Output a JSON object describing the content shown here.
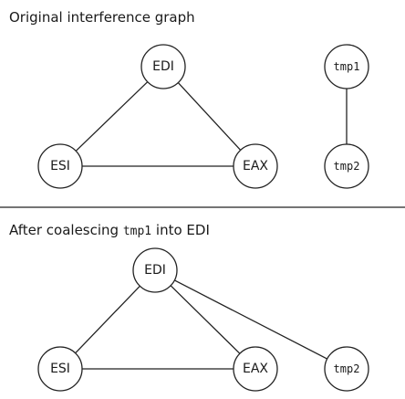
{
  "section1": {
    "title": "Original interference graph",
    "nodes": [
      {
        "id": "EDI",
        "label": "EDI",
        "mono": false
      },
      {
        "id": "ESI",
        "label": "ESI",
        "mono": false
      },
      {
        "id": "EAX",
        "label": "EAX",
        "mono": false
      },
      {
        "id": "tmp1",
        "label": "tmp1",
        "mono": true
      },
      {
        "id": "tmp2",
        "label": "tmp2",
        "mono": true
      }
    ],
    "edges": [
      [
        "EDI",
        "ESI"
      ],
      [
        "EDI",
        "EAX"
      ],
      [
        "ESI",
        "EAX"
      ],
      [
        "tmp1",
        "tmp2"
      ]
    ]
  },
  "section2": {
    "title_prefix": "After coalescing ",
    "title_code": "tmp1",
    "title_suffix": " into EDI",
    "nodes": [
      {
        "id": "EDI",
        "label": "EDI",
        "mono": false
      },
      {
        "id": "ESI",
        "label": "ESI",
        "mono": false
      },
      {
        "id": "EAX",
        "label": "EAX",
        "mono": false
      },
      {
        "id": "tmp2",
        "label": "tmp2",
        "mono": true
      }
    ],
    "edges": [
      [
        "EDI",
        "ESI"
      ],
      [
        "EDI",
        "EAX"
      ],
      [
        "ESI",
        "EAX"
      ],
      [
        "EDI",
        "tmp2"
      ]
    ]
  }
}
